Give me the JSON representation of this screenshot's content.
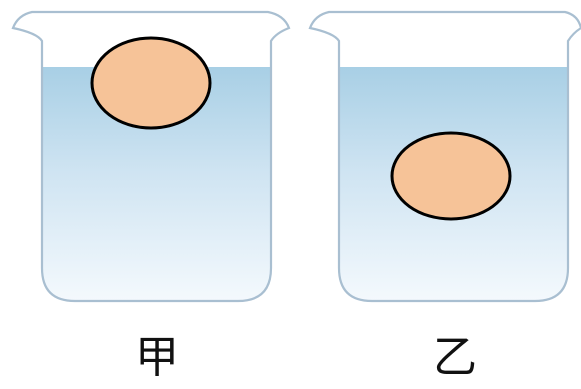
{
  "labels": {
    "left": "甲",
    "right": "乙"
  },
  "colors": {
    "egg_fill": "#f6c398",
    "egg_outline": "#000000",
    "beaker_outline": "#a9bfd1",
    "water_top": "#a8cfe5",
    "water_bottom": "#f4f9fd",
    "label_text": "#111111"
  },
  "objects": {
    "left": {
      "object_state": "floating",
      "container": "beaker"
    },
    "right": {
      "object_state": "suspended",
      "container": "beaker"
    }
  }
}
